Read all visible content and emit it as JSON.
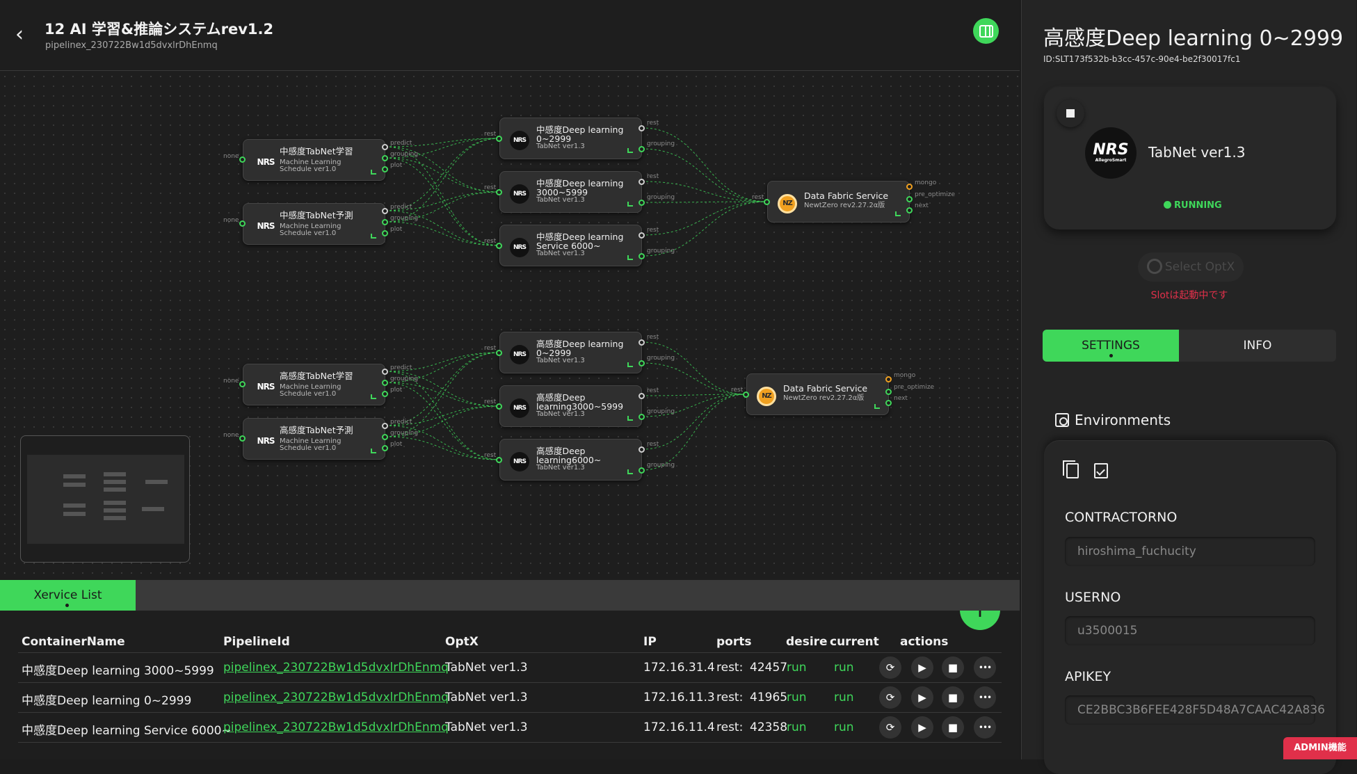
{
  "header": {
    "title": "12 AI 学習&推論システムrev1.2",
    "subtitle": "pipelinex_230722Bw1d5dvxlrDhEnmq"
  },
  "pipeline": {
    "groups": [
      {
        "ml_nodes": [
          {
            "title": "中感度TabNet学習",
            "sub": "Machine Learning Schedule ver1.0",
            "input": "none",
            "ports": [
              "predict",
              "grouping",
              "plot"
            ]
          },
          {
            "title": "中感度TabNet予測",
            "sub": "Machine Learning Schedule ver1.0",
            "input": "none",
            "ports": [
              "predict",
              "grouping",
              "plot"
            ]
          }
        ],
        "dl_nodes": [
          {
            "title": "中感度Deep learning 0~2999",
            "sub": "TabNet ver1.3",
            "input": "rest",
            "ports": [
              "rest",
              "grouping"
            ]
          },
          {
            "title": "中感度Deep learning 3000~5999",
            "sub": "TabNet ver1.3",
            "input": "rest",
            "ports": [
              "rest",
              "grouping"
            ]
          },
          {
            "title": "中感度Deep learning Service 6000~",
            "sub": "TabNet ver1.3",
            "input": "rest",
            "ports": [
              "rest",
              "grouping"
            ]
          }
        ],
        "nz_node": {
          "title": "Data Fabric Service",
          "sub": "NewtZero rev2.27.2α版",
          "input": "rest",
          "ports": [
            "mongo",
            "pre_optimize",
            "next"
          ]
        }
      },
      {
        "ml_nodes": [
          {
            "title": "高感度TabNet学習",
            "sub": "Machine Learning Schedule ver1.0",
            "input": "none",
            "ports": [
              "predict",
              "grouping",
              "plot"
            ]
          },
          {
            "title": "高感度TabNet予測",
            "sub": "Machine Learning Schedule ver1.0",
            "input": "none",
            "ports": [
              "predict",
              "grouping",
              "plot"
            ]
          }
        ],
        "dl_nodes": [
          {
            "title": "高感度Deep learning 0~2999",
            "sub": "TabNet ver1.3",
            "input": "rest",
            "ports": [
              "rest",
              "grouping"
            ]
          },
          {
            "title": "高感度Deep learning3000~5999",
            "sub": "TabNet ver1.3",
            "input": "rest",
            "ports": [
              "rest",
              "grouping"
            ]
          },
          {
            "title": "高感度Deep learning6000~",
            "sub": "TabNet ver1.3",
            "input": "rest",
            "ports": [
              "rest",
              "grouping"
            ]
          }
        ],
        "nz_node": {
          "title": "Data Fabric Service",
          "sub": "NewtZero rev2.27.2α版",
          "input": "rest",
          "ports": [
            "mongo",
            "pre_optimize",
            "next"
          ]
        }
      }
    ],
    "logo_ml": "NRS",
    "logo_nz": "NZ"
  },
  "service_list": {
    "tab_label": "Xervice List",
    "columns": [
      "ContainerName",
      "PipelineId",
      "OptX",
      "IP",
      "ports",
      "desire",
      "current",
      "actions"
    ],
    "rows": [
      {
        "name": "中感度Deep learning 3000~5999",
        "pipeline": "pipelinex_230722Bw1d5dvxlrDhEnmq",
        "optx": "TabNet ver1.3",
        "ip": "172.16.31.4",
        "ports_label": "rest:",
        "port": "42457",
        "desire": "run",
        "current": "run"
      },
      {
        "name": "中感度Deep learning 0~2999",
        "pipeline": "pipelinex_230722Bw1d5dvxlrDhEnmq",
        "optx": "TabNet ver1.3",
        "ip": "172.16.11.3",
        "ports_label": "rest:",
        "port": "41965",
        "desire": "run",
        "current": "run"
      },
      {
        "name": "中感度Deep learning Service 6000~",
        "pipeline": "pipelinex_230722Bw1d5dvxlrDhEnmq",
        "optx": "TabNet ver1.3",
        "ip": "172.16.11.4",
        "ports_label": "rest:",
        "port": "42358",
        "desire": "run",
        "current": "run"
      }
    ]
  },
  "panel": {
    "title": "高感度Deep learning 0~2999",
    "id": "ID:SLT173f532b-b3cc-457c-90e4-be2f30017fc1",
    "container": {
      "logo": "NRS",
      "logo_sub": "AllegroSmart",
      "name": "TabNet ver1.3",
      "status": "RUNNING"
    },
    "select_optx": "Select OptX",
    "warning": "Slotは起動中です",
    "tabs": {
      "settings": "SETTINGS",
      "info": "INFO"
    },
    "environments": {
      "heading": "Environments",
      "fields": [
        {
          "label": "CONTRACTORNO",
          "value": "hiroshima_fuchucity"
        },
        {
          "label": "USERNO",
          "value": "u3500015"
        },
        {
          "label": "APIKEY",
          "value": "CE2BBC3B6FEE428F5D48A7CAAC42A836"
        }
      ]
    },
    "admin_label": "ADMIN機能"
  },
  "colors": {
    "accent": "#3fd75a",
    "danger": "#e0304a",
    "nz_orange": "#f0a020"
  }
}
